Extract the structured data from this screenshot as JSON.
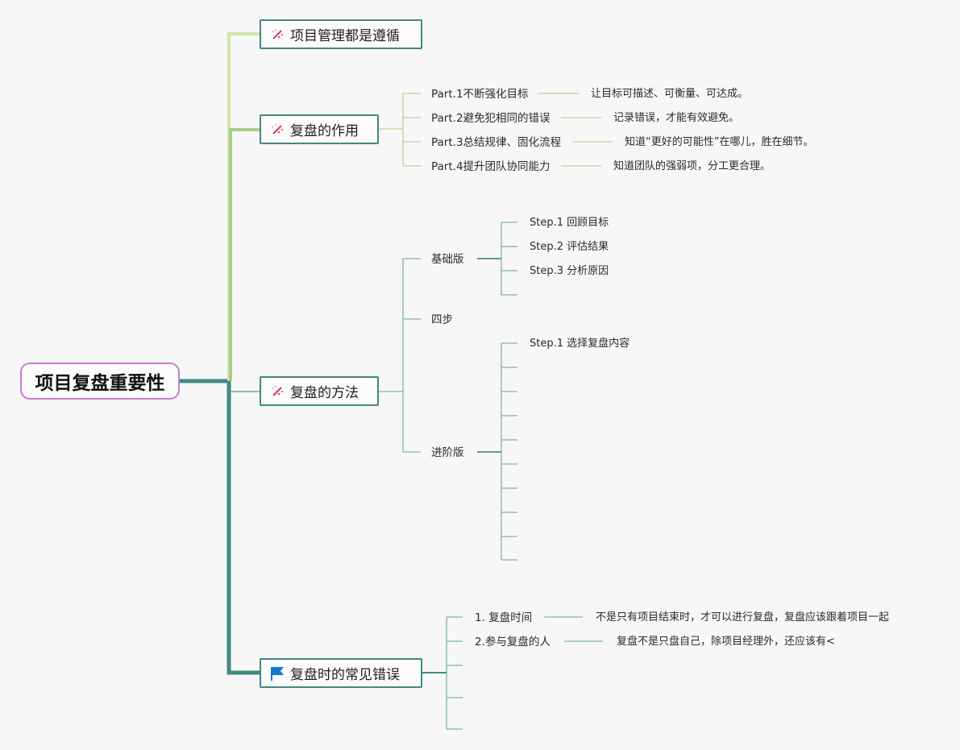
{
  "root": {
    "label": "项目复盘重要性"
  },
  "topics": [
    {
      "label": "项目管理都是遵循",
      "icon": "sparkle-wand-icon"
    },
    {
      "label": "复盘的作用",
      "icon": "sparkle-wand-icon"
    },
    {
      "label": "复盘的方法",
      "icon": "sparkle-wand-icon"
    },
    {
      "label": "复盘时的常见错误",
      "icon": "blue-flag-icon"
    }
  ],
  "roles": {
    "parts": [
      {
        "label": "Part.1不断强化目标",
        "note": "让目标可描述、可衡量、可达成。"
      },
      {
        "label": "Part.2避免犯相同的错误",
        "note": "记录错误，才能有效避免。"
      },
      {
        "label": "Part.3总结规律、固化流程",
        "note": "知道“更好的可能性”在哪儿，胜在细节。"
      },
      {
        "label": "Part.4提升团队协同能力",
        "note": "知道团队的强弱项，分工更合理。"
      }
    ]
  },
  "methods": {
    "basic": {
      "label": "基础版",
      "steps": [
        "Step.1 回顾目标",
        "Step.2 评估结果",
        "Step.3 分析原因",
        ""
      ]
    },
    "four_steps": {
      "label": "四步"
    },
    "advanced": {
      "label": "进阶版",
      "steps": [
        "Step.1 选择复盘内容",
        "",
        "",
        "",
        "",
        "",
        "",
        "",
        "",
        ""
      ]
    }
  },
  "mistakes": {
    "items": [
      {
        "label": "1. 复盘时间",
        "note": "不是只有项目结束时，才可以进行复盘，复盘应该跟着项目一起"
      },
      {
        "label": "2.参与复盘的人",
        "note": "复盘不是只盘自己，除项目经理外，还应该有<"
      },
      {
        "label": "",
        "note": ""
      },
      {
        "label": "",
        "note": ""
      },
      {
        "label": "",
        "note": ""
      }
    ]
  },
  "colors": {
    "root_border": "#c97bd0",
    "topic_border": "#3f8a82",
    "branch_green_light": "#cfe6a8",
    "branch_green": "#a9cc86",
    "branch_teal": "#3f8a82",
    "sub_line_green": "#b7d49a",
    "sub_line_teal": "#7fb3ac",
    "icon_pink": "#e0335f",
    "flag_blue": "#1478d4"
  }
}
